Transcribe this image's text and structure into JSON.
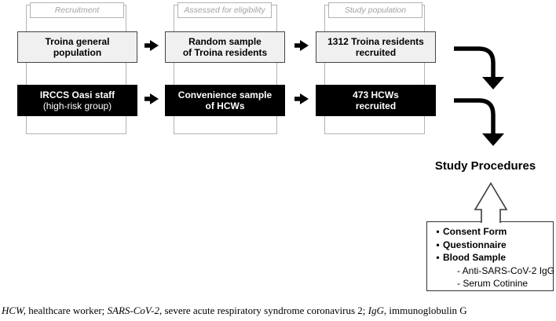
{
  "diagram": {
    "columns": [
      {
        "header": "Recruitment",
        "top_box": {
          "line1": "Troina general",
          "line2": "population"
        },
        "bottom_box": {
          "line1": "IRCCS Oasi staff",
          "line2": "(high-risk group)"
        }
      },
      {
        "header": "Assessed for eligibility",
        "top_box": {
          "line1": "Random sample",
          "line2": "of Troina residents"
        },
        "bottom_box": {
          "line1": "Convenience sample",
          "line2": "of HCWs"
        }
      },
      {
        "header": "Study population",
        "top_box": {
          "line1": "1312 Troina residents",
          "line2": "recruited"
        },
        "bottom_box": {
          "line1": "473 HCWs",
          "line2": "recruited"
        }
      }
    ],
    "study_procedures": {
      "title": "Study Procedures",
      "bullet_glyph": "•",
      "items": [
        "Consent Form",
        "Questionnaire",
        "Blood Sample"
      ],
      "sub_items": [
        "- Anti-SARS-CoV-2 IgG",
        "- Serum Cotinine"
      ]
    },
    "footer_segments": [
      {
        "text": "HCW,",
        "italic": true
      },
      {
        "text": " healthcare worker; ",
        "italic": false
      },
      {
        "text": "SARS-CoV-2",
        "italic": true
      },
      {
        "text": ", severe acute respiratory syndrome coronavirus 2; ",
        "italic": false
      },
      {
        "text": "IgG",
        "italic": true
      },
      {
        "text": ", immunoglobulin G",
        "italic": false
      }
    ],
    "colors": {
      "light_box_fill": "#f0f0f0",
      "dark_box_fill": "#000000",
      "box_border": "#454545",
      "guide_border": "#b3b3b3",
      "guide_text": "#a3a3a3",
      "arrow": "#000000"
    }
  }
}
